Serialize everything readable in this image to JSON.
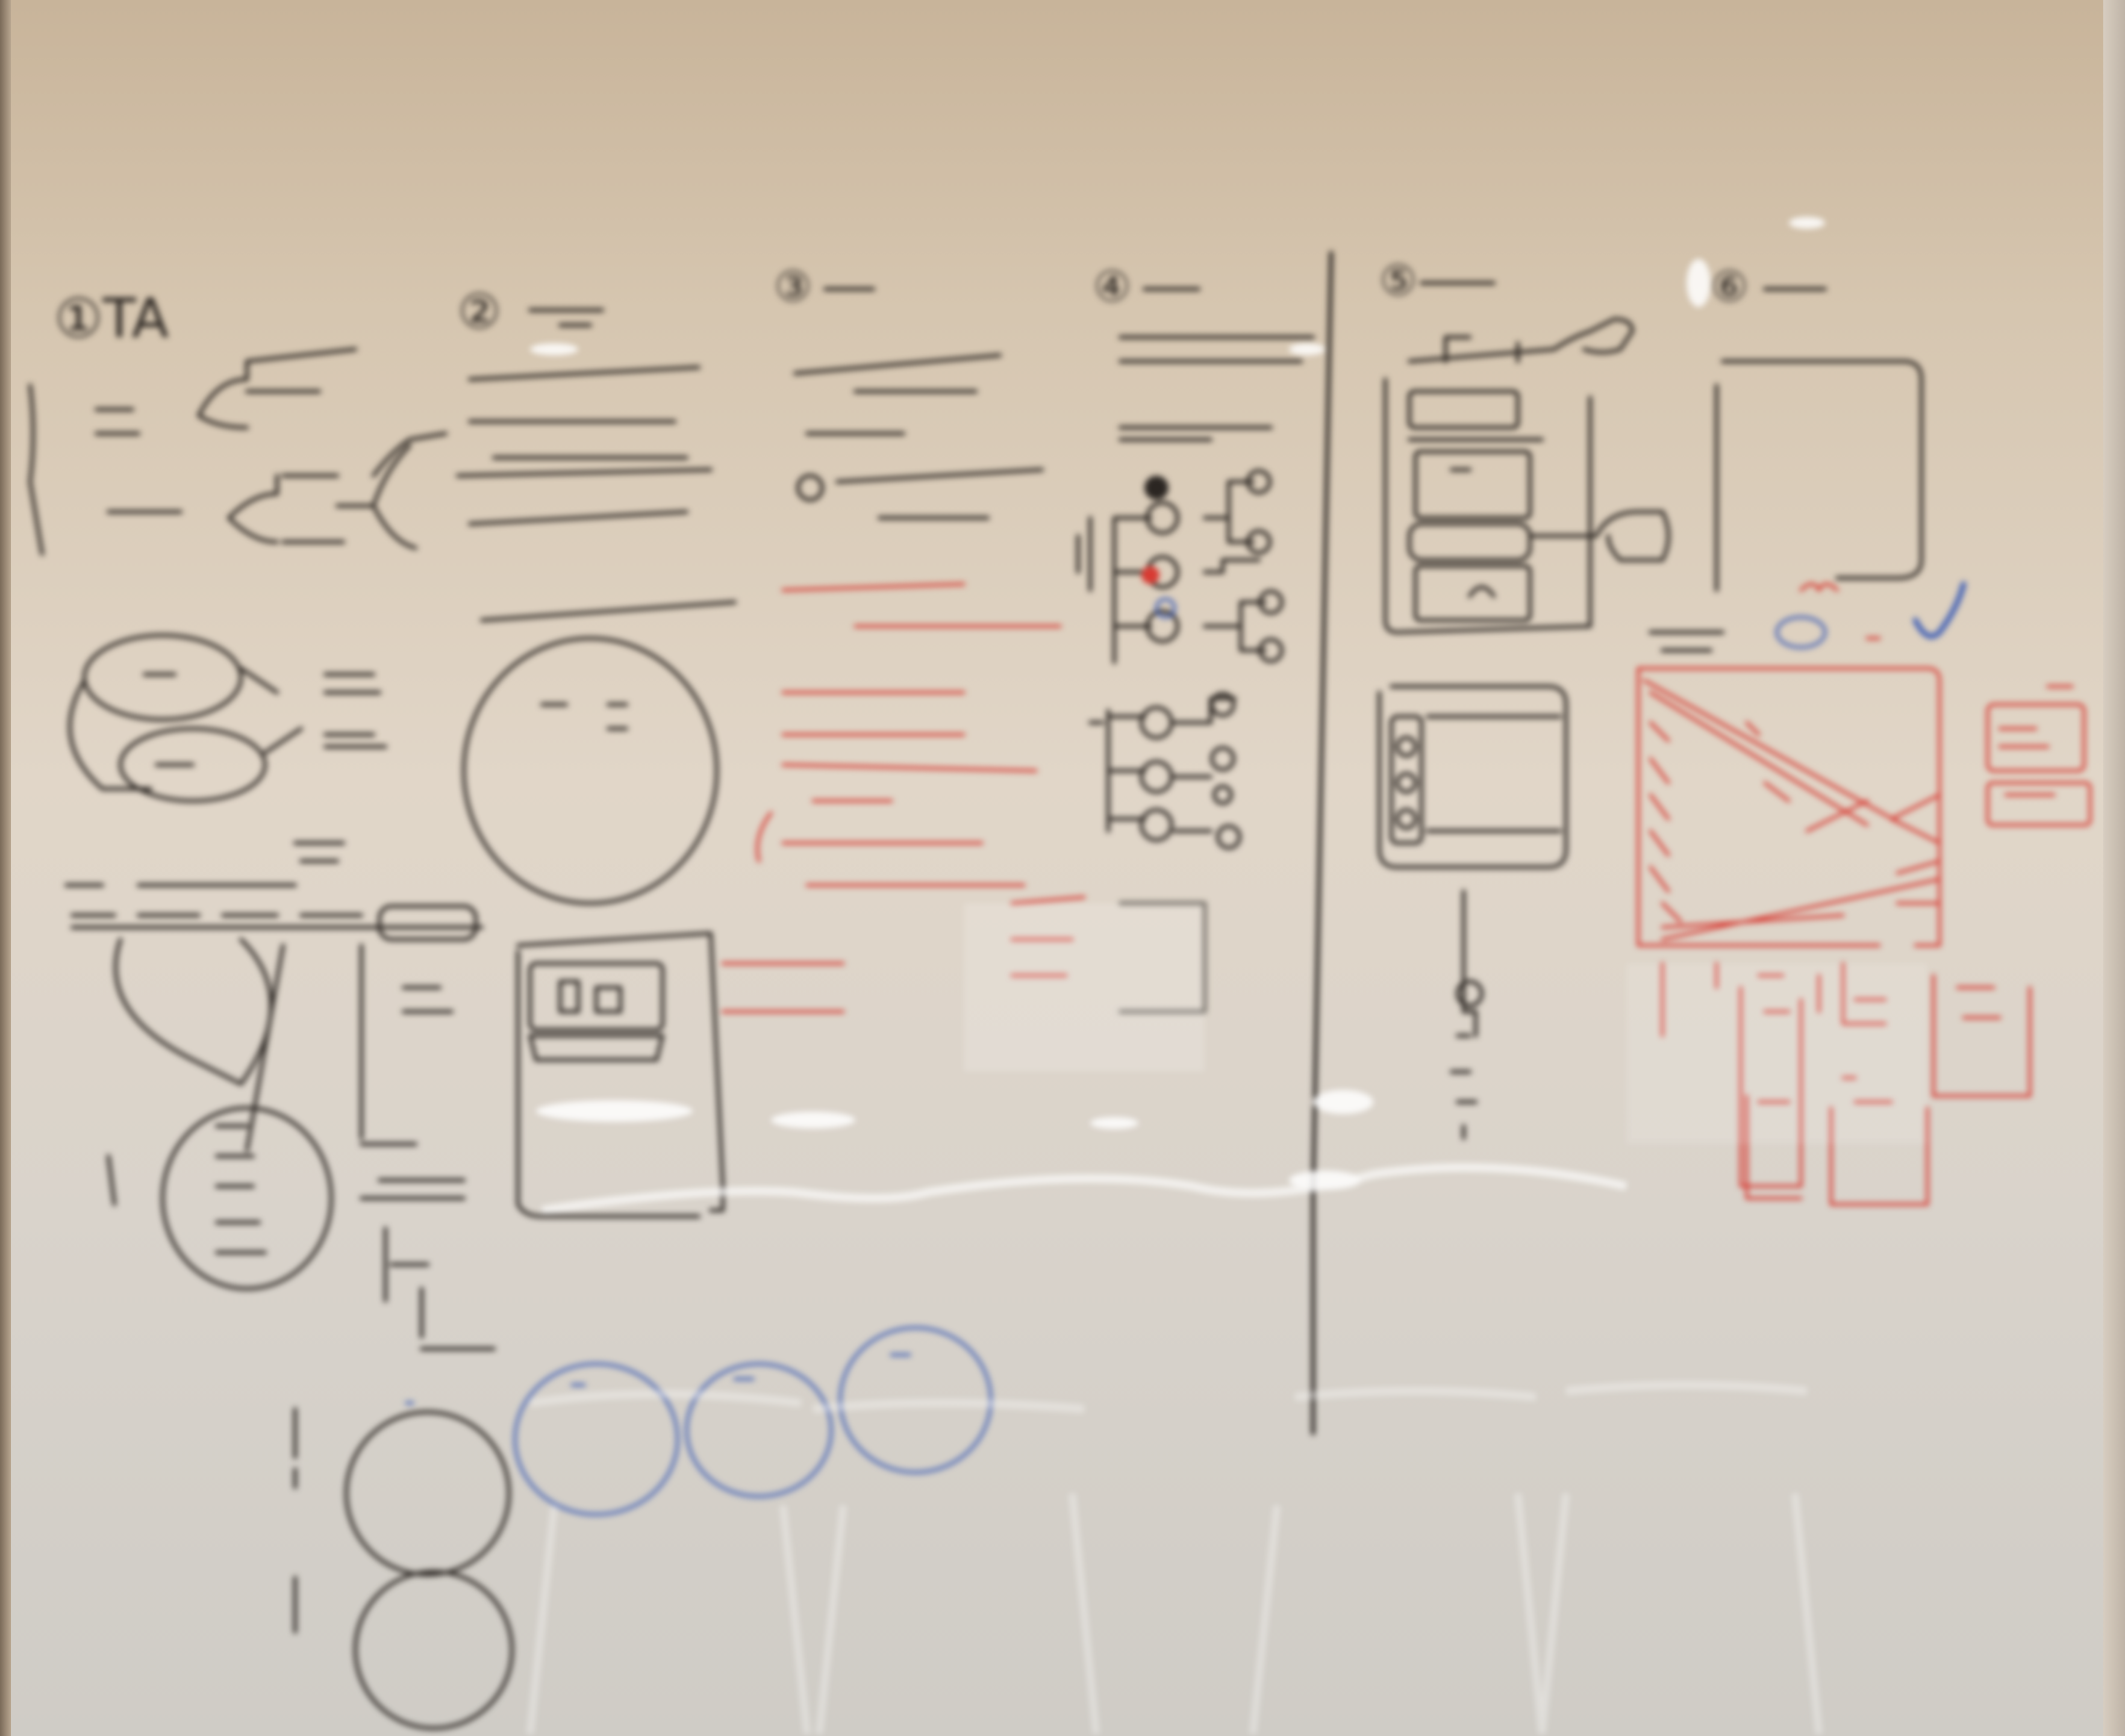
{
  "scene": {
    "subject": "whiteboard-with-handwritten-planning-notes",
    "colors": {
      "wall": "#d9cbb8",
      "black_ink": "#2b2622",
      "red_ink": "#d73a32",
      "blue_ink": "#3f5fb5"
    },
    "labels": {
      "col1_heading": "①TA",
      "col2_heading": "②",
      "col3_heading": "③",
      "col4_heading": "④",
      "col5_heading": "⑤",
      "col6_heading": "⑥"
    }
  }
}
